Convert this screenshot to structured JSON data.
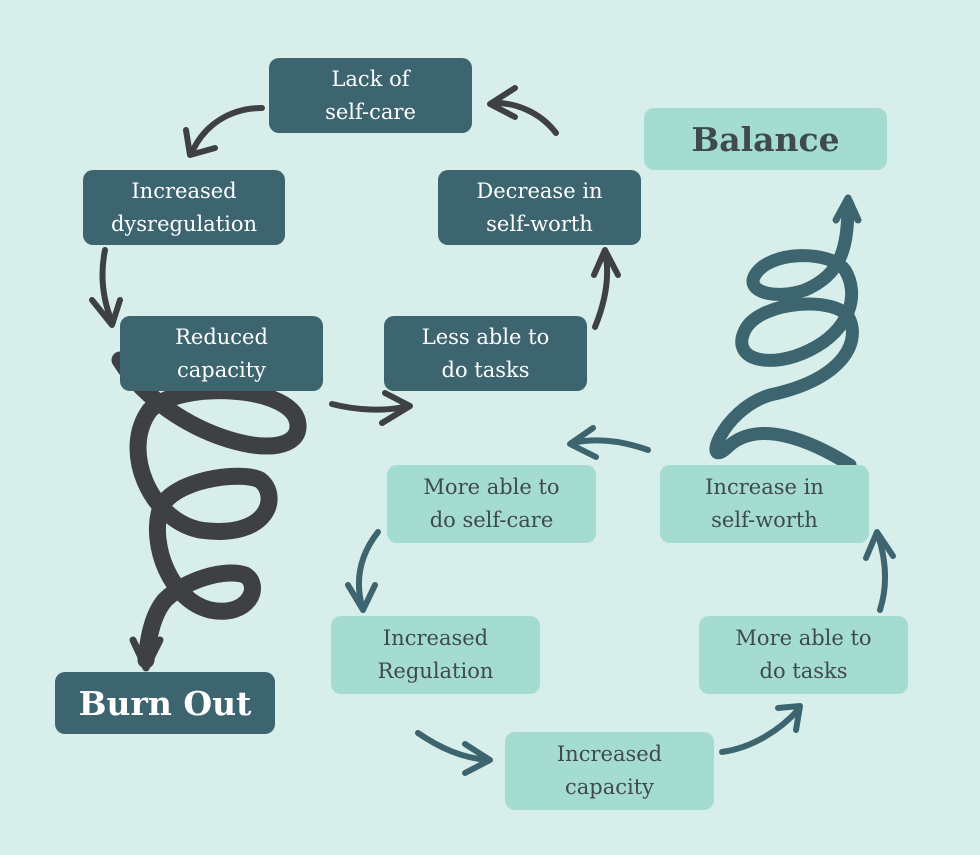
{
  "colors": {
    "background": "#d8eeeb",
    "dark_box": "#3d6570",
    "light_box": "#a5dcd2",
    "dark_arrow": "#3e4044",
    "teal_arrow": "#3d6570"
  },
  "burnout_cycle": [
    {
      "id": "lack",
      "lines": [
        "Lack of",
        "self-care"
      ]
    },
    {
      "id": "dysreg",
      "lines": [
        "Increased",
        "dysregulation"
      ]
    },
    {
      "id": "reduced",
      "lines": [
        "Reduced",
        "capacity"
      ]
    },
    {
      "id": "less",
      "lines": [
        "Less able to",
        "do tasks"
      ]
    },
    {
      "id": "decrease",
      "lines": [
        "Decrease in",
        "self-worth"
      ]
    }
  ],
  "balance_cycle": [
    {
      "id": "selfcare",
      "lines": [
        "More able to",
        "do self-care"
      ]
    },
    {
      "id": "regulation",
      "lines": [
        "Increased",
        "Regulation"
      ]
    },
    {
      "id": "capacity",
      "lines": [
        "Increased",
        "capacity"
      ]
    },
    {
      "id": "tasks",
      "lines": [
        "More able to",
        "do tasks"
      ]
    },
    {
      "id": "worth",
      "lines": [
        "Increase in",
        "self-worth"
      ]
    }
  ],
  "outcomes": {
    "burnout": "Burn Out",
    "balance": "Balance"
  }
}
